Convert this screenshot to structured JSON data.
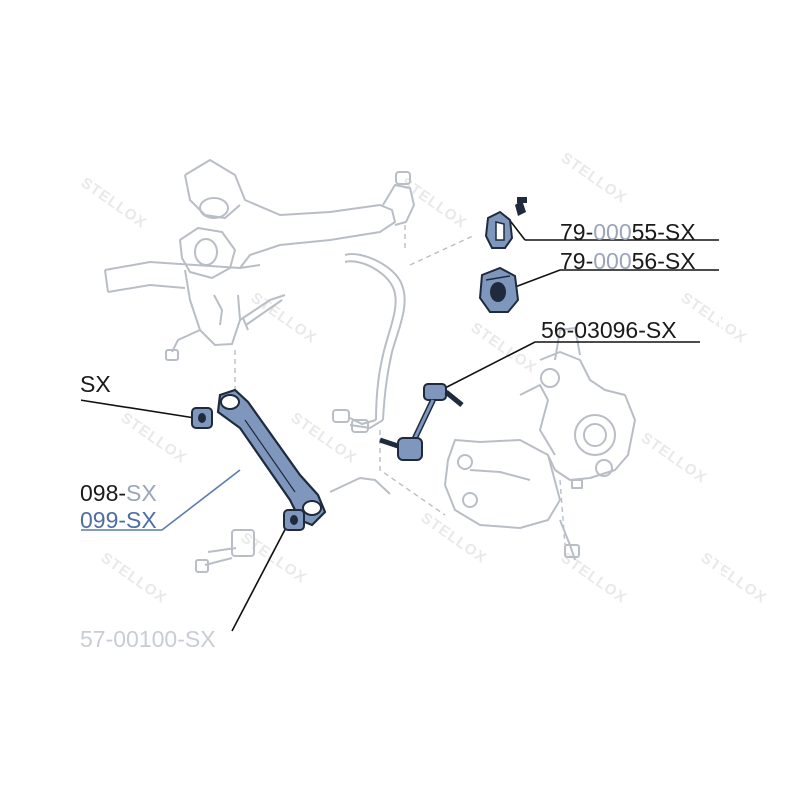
{
  "diagram": {
    "watermark_text": "STELLOX",
    "colors": {
      "line": "#b9bec6",
      "part_fill": "#7f97bd",
      "part_dark": "#1f2b3d",
      "leader": "#111111",
      "leader_blue": "#5b7bb0"
    }
  },
  "labels": {
    "p79_00055": {
      "prefix": "79-",
      "mid": "000",
      "suffix": "55-SX"
    },
    "p79_00056": {
      "prefix": "79-",
      "mid": "000",
      "suffix": "56-SX"
    },
    "p56_03096": {
      "full": "56-03096-SX"
    },
    "left_top": {
      "text": "SX"
    },
    "left_mid_a": {
      "text": "098-",
      "suffix": "SX"
    },
    "left_mid_b": {
      "text": "099-SX"
    },
    "bottom": {
      "text": "57-00100-SX"
    }
  }
}
